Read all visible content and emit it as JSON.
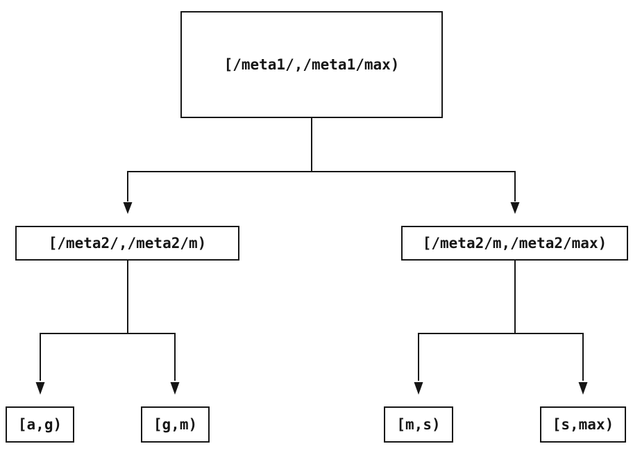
{
  "page": {
    "background_color": "#ffffff",
    "line_color": "#161616",
    "text_color": "#161616"
  },
  "tree": {
    "type": "binary-interval-tree",
    "root": {
      "label": "[/meta1/,/meta1/max)",
      "children": [
        {
          "label": "[/meta2/,/meta2/m)",
          "children": [
            {
              "label": "[a,g)"
            },
            {
              "label": "[g,m)"
            }
          ]
        },
        {
          "label": "[/meta2/m,/meta2/max)",
          "children": [
            {
              "label": "[m,s)"
            },
            {
              "label": "[s,max)"
            }
          ]
        }
      ]
    }
  }
}
